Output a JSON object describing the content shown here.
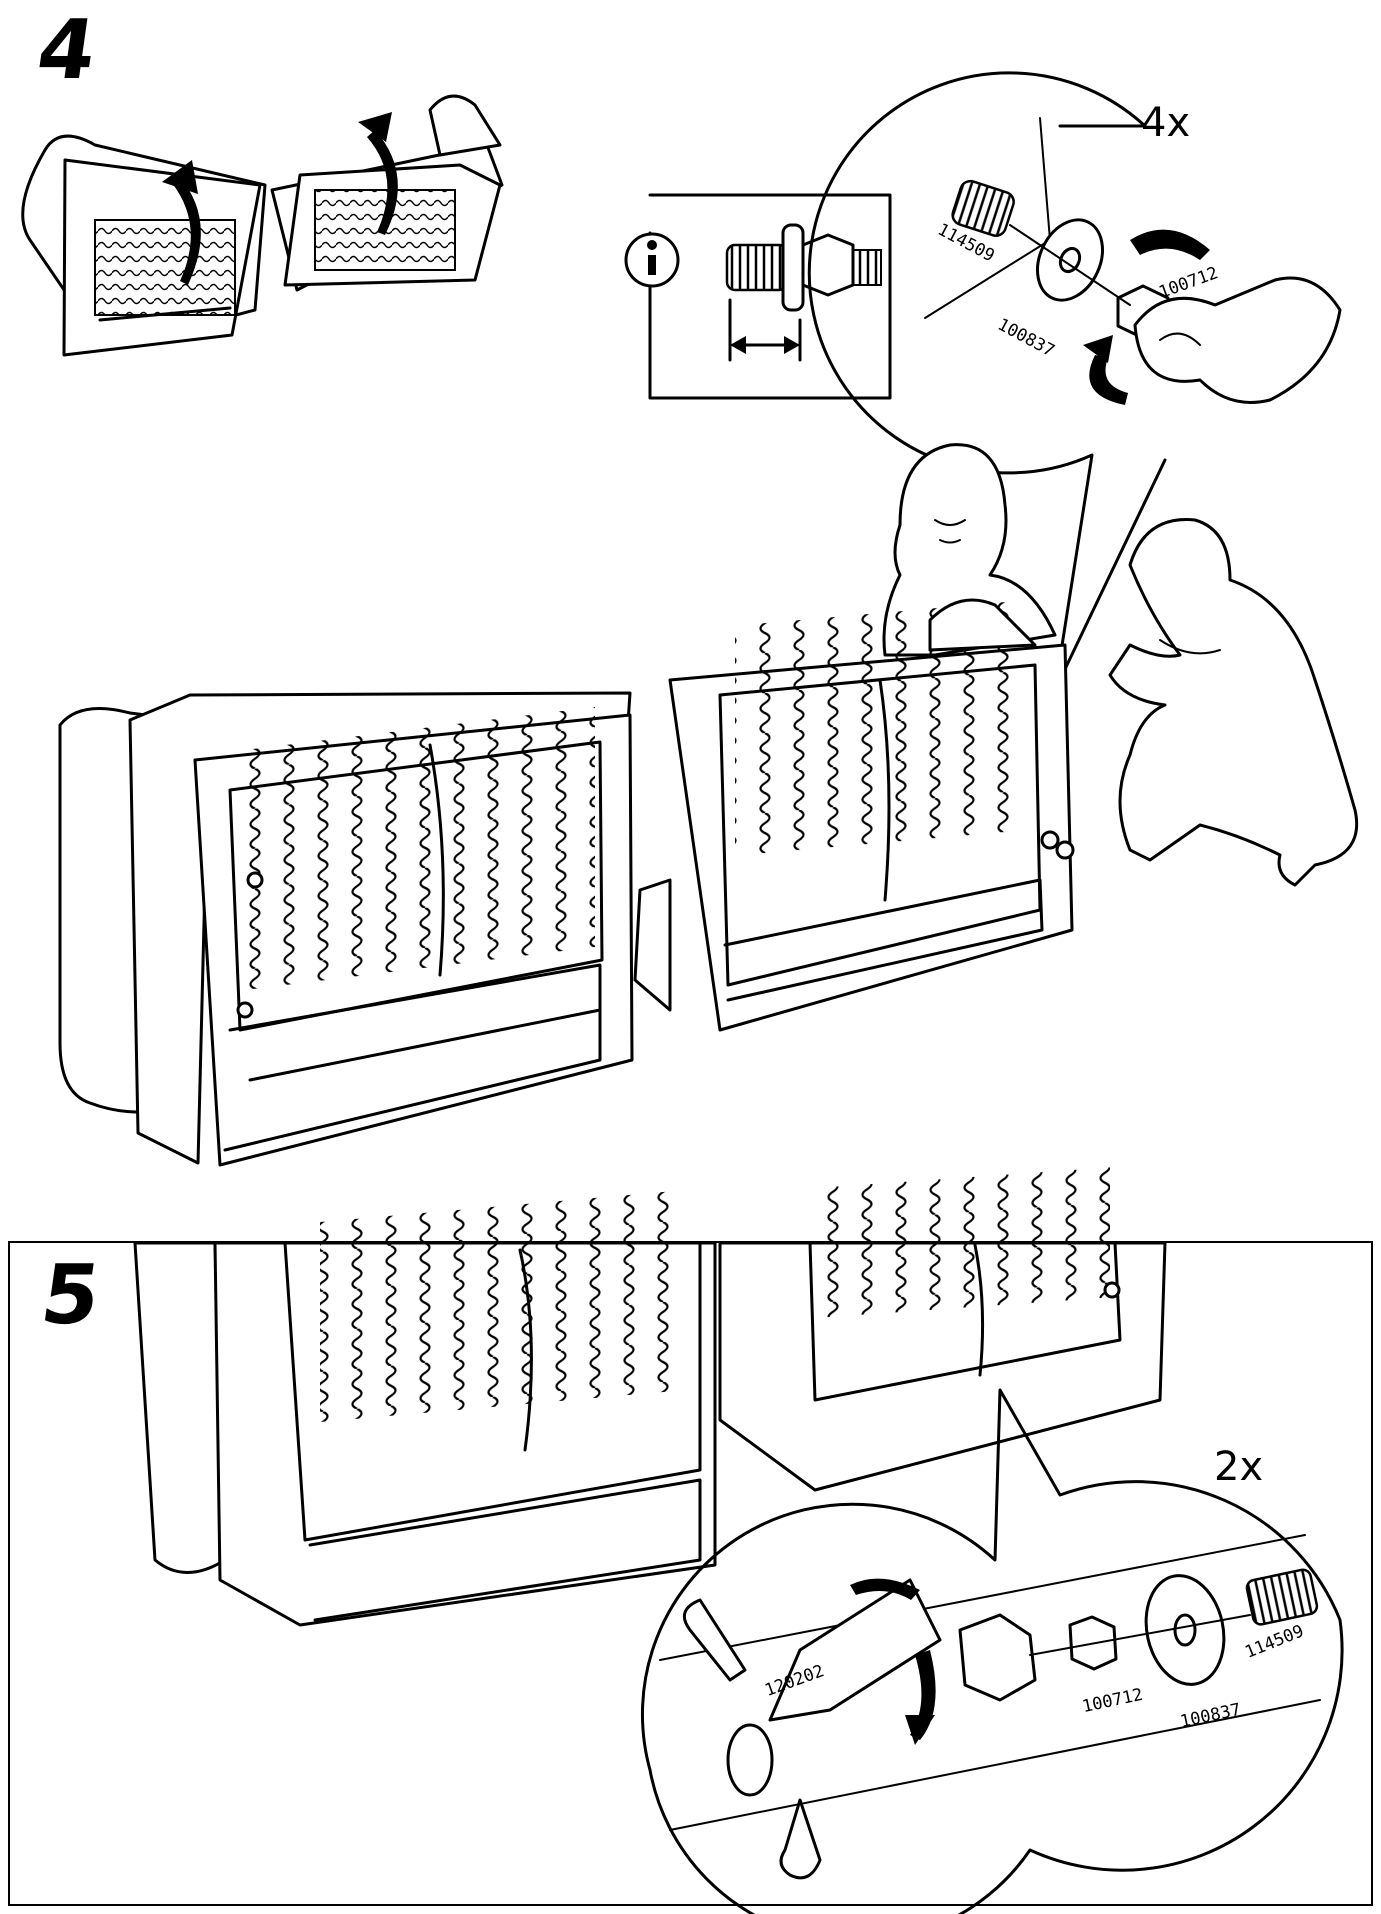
{
  "step4": {
    "number": "4",
    "quantity": "4x",
    "parts": {
      "bolt": "114509",
      "washer": "100837",
      "nut": "100712"
    },
    "info_icon": "info-icon"
  },
  "step5": {
    "number": "5",
    "quantity": "2x",
    "parts": {
      "wrench": "120202",
      "nut": "100712",
      "washer": "100837",
      "bolt": "114509"
    }
  },
  "colors": {
    "ink": "#000000",
    "paper": "#ffffff"
  }
}
